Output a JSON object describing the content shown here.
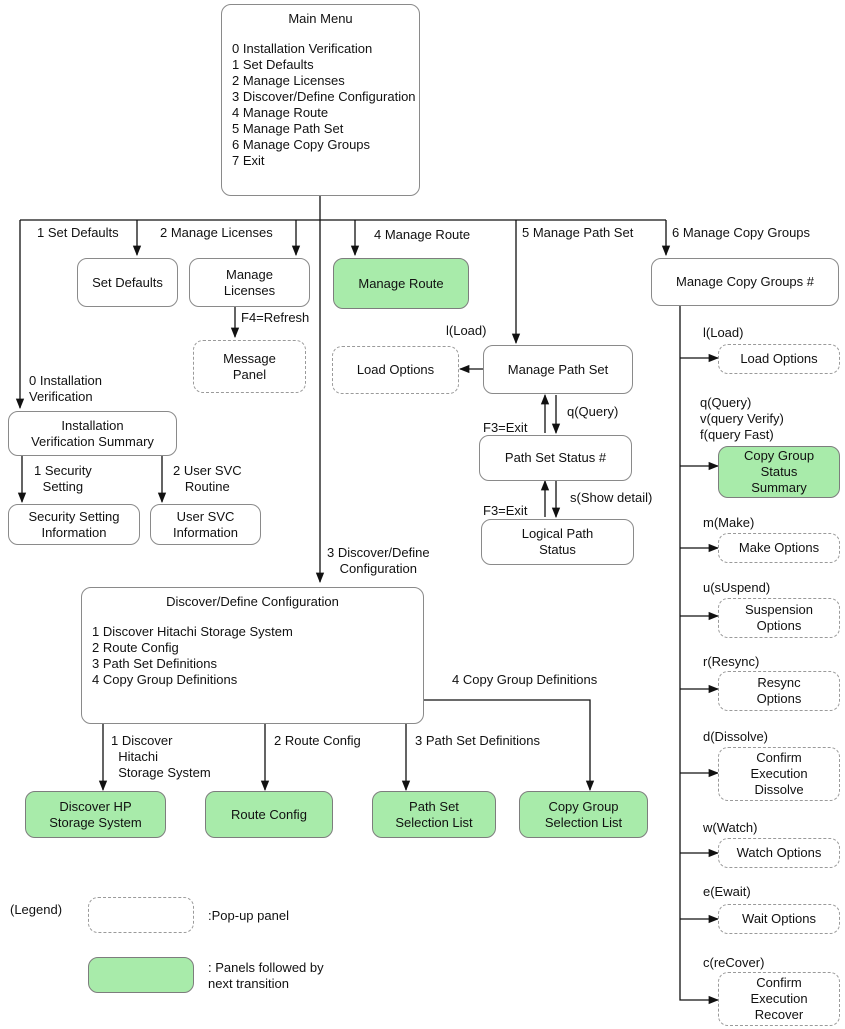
{
  "main_menu": {
    "title": "Main Menu",
    "items": [
      "0 Installation Verification",
      "1 Set Defaults",
      "2 Manage Licenses",
      "3 Discover/Define Configuration",
      "4 Manage Route",
      "5 Manage Path Set",
      "6 Manage Copy Groups",
      "7 Exit"
    ]
  },
  "branch_labels": {
    "set_defaults": "1 Set Defaults",
    "manage_licenses": "2 Manage Licenses",
    "manage_route": "4 Manage Route",
    "manage_path_set": "5 Manage Path Set",
    "manage_copy_groups": "6 Manage Copy Groups",
    "installation_verification": "0 Installation\nVerification",
    "discover_define": "3 Discover/Define\nConfiguration"
  },
  "panels": {
    "set_defaults": "Set Defaults",
    "manage_licenses": "Manage\nLicenses",
    "message_panel": "Message\nPanel",
    "manage_route": "Manage Route",
    "load_options_left": "Load Options",
    "manage_path_set": "Manage Path Set",
    "path_set_status": "Path Set Status #",
    "logical_path_status": "Logical Path\nStatus",
    "installation_verification_summary": "Installation\nVerification Summary",
    "security_setting_information": "Security Setting\nInformation",
    "user_svc_information": "User SVC\nInformation",
    "manage_copy_groups": "Manage Copy Groups #",
    "cg_load_options": "Load Options",
    "cg_status_summary": "Copy Group\nStatus\nSummary",
    "make_options": "Make Options",
    "suspension_options": "Suspension\nOptions",
    "resync_options": "Resync\nOptions",
    "confirm_execution_dissolve": "Confirm\nExecution\nDissolve",
    "watch_options": "Watch Options",
    "wait_options": "Wait Options",
    "confirm_execution_recover": "Confirm\nExecution\nRecover",
    "discover_hp_storage": "Discover HP\nStorage System",
    "route_config": "Route Config",
    "path_set_selection_list": "Path Set\nSelection List",
    "copy_group_selection_list": "Copy Group\nSelection List"
  },
  "discover_menu": {
    "title": "Discover/Define Configuration",
    "items": [
      "1 Discover Hitachi Storage System",
      "2 Route Config",
      "3 Path Set Definitions",
      "4 Copy Group Definitions"
    ]
  },
  "transition_labels": {
    "f4_refresh": "F4=Refresh",
    "l_load_path": "l(Load)",
    "q_query_path": "q(Query)",
    "f3_exit_1": "F3=Exit",
    "s_show_detail": "s(Show detail)",
    "f3_exit_2": "F3=Exit",
    "security_setting": "1 Security\nSetting",
    "user_svc_routine": "2 User SVC\nRoutine",
    "cg_load": "l(Load)",
    "cg_query": "q(Query)\nv(query Verify)\nf(query Fast)",
    "cg_make": "m(Make)",
    "cg_suspend": "u(sUspend)",
    "cg_resync": "r(Resync)",
    "cg_dissolve": "d(Dissolve)",
    "cg_watch": "w(Watch)",
    "cg_ewait": "e(Ewait)",
    "cg_recover": "c(reCover)",
    "discover_hitachi": "1 Discover\n  Hitachi\n  Storage System",
    "route_config": "2 Route Config",
    "path_set_definitions": "3 Path Set Definitions",
    "copy_group_definitions": "4 Copy Group Definitions"
  },
  "legend": {
    "title": "(Legend)",
    "popup": ":Pop-up panel",
    "green": ": Panels followed by\nnext transition"
  }
}
